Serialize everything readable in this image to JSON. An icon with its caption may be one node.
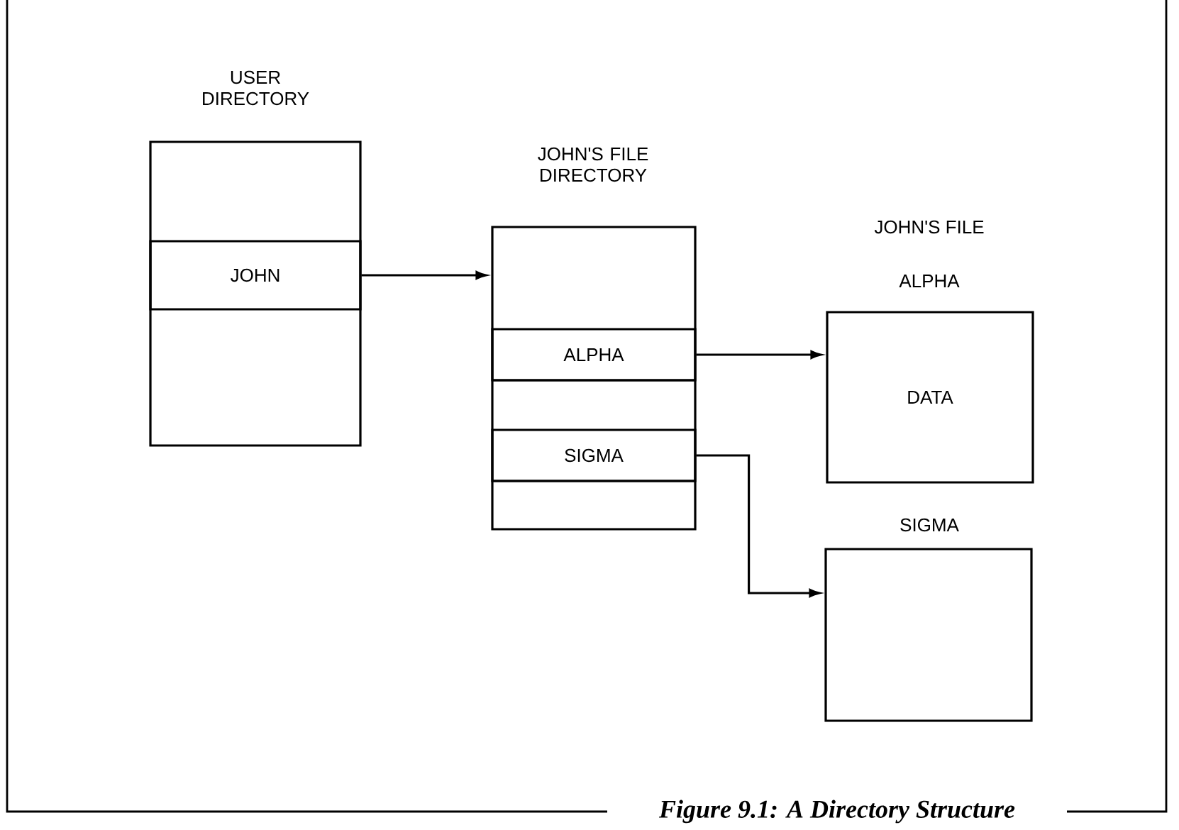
{
  "diagram": {
    "caption": "Figure 9.1: A Directory Structure",
    "nodes": [
      {
        "text": [
          "USER DIRECTORY"
        ]
      },
      {
        "text": [
          "JOHN"
        ],
        "in": 0
      },
      {
        "text": [
          "JOHN'S FILE DIRECTORY"
        ]
      },
      {
        "text": [
          "ALPHA"
        ],
        "in": 2
      },
      {
        "text": [
          "SIGMA"
        ],
        "in": 2
      },
      {
        "text": [
          "ALPHA",
          "DATA"
        ]
      },
      {
        "text": [
          "SIGMA"
        ]
      }
    ],
    "edges": [
      {
        "from": 1,
        "to": 2,
        "arrow": "to"
      },
      {
        "from": 3,
        "to": 5,
        "arrow": "to"
      },
      {
        "from": 4,
        "to": 6,
        "arrow": "to"
      }
    ],
    "labels": [
      "JOHN'S FILE"
    ]
  }
}
